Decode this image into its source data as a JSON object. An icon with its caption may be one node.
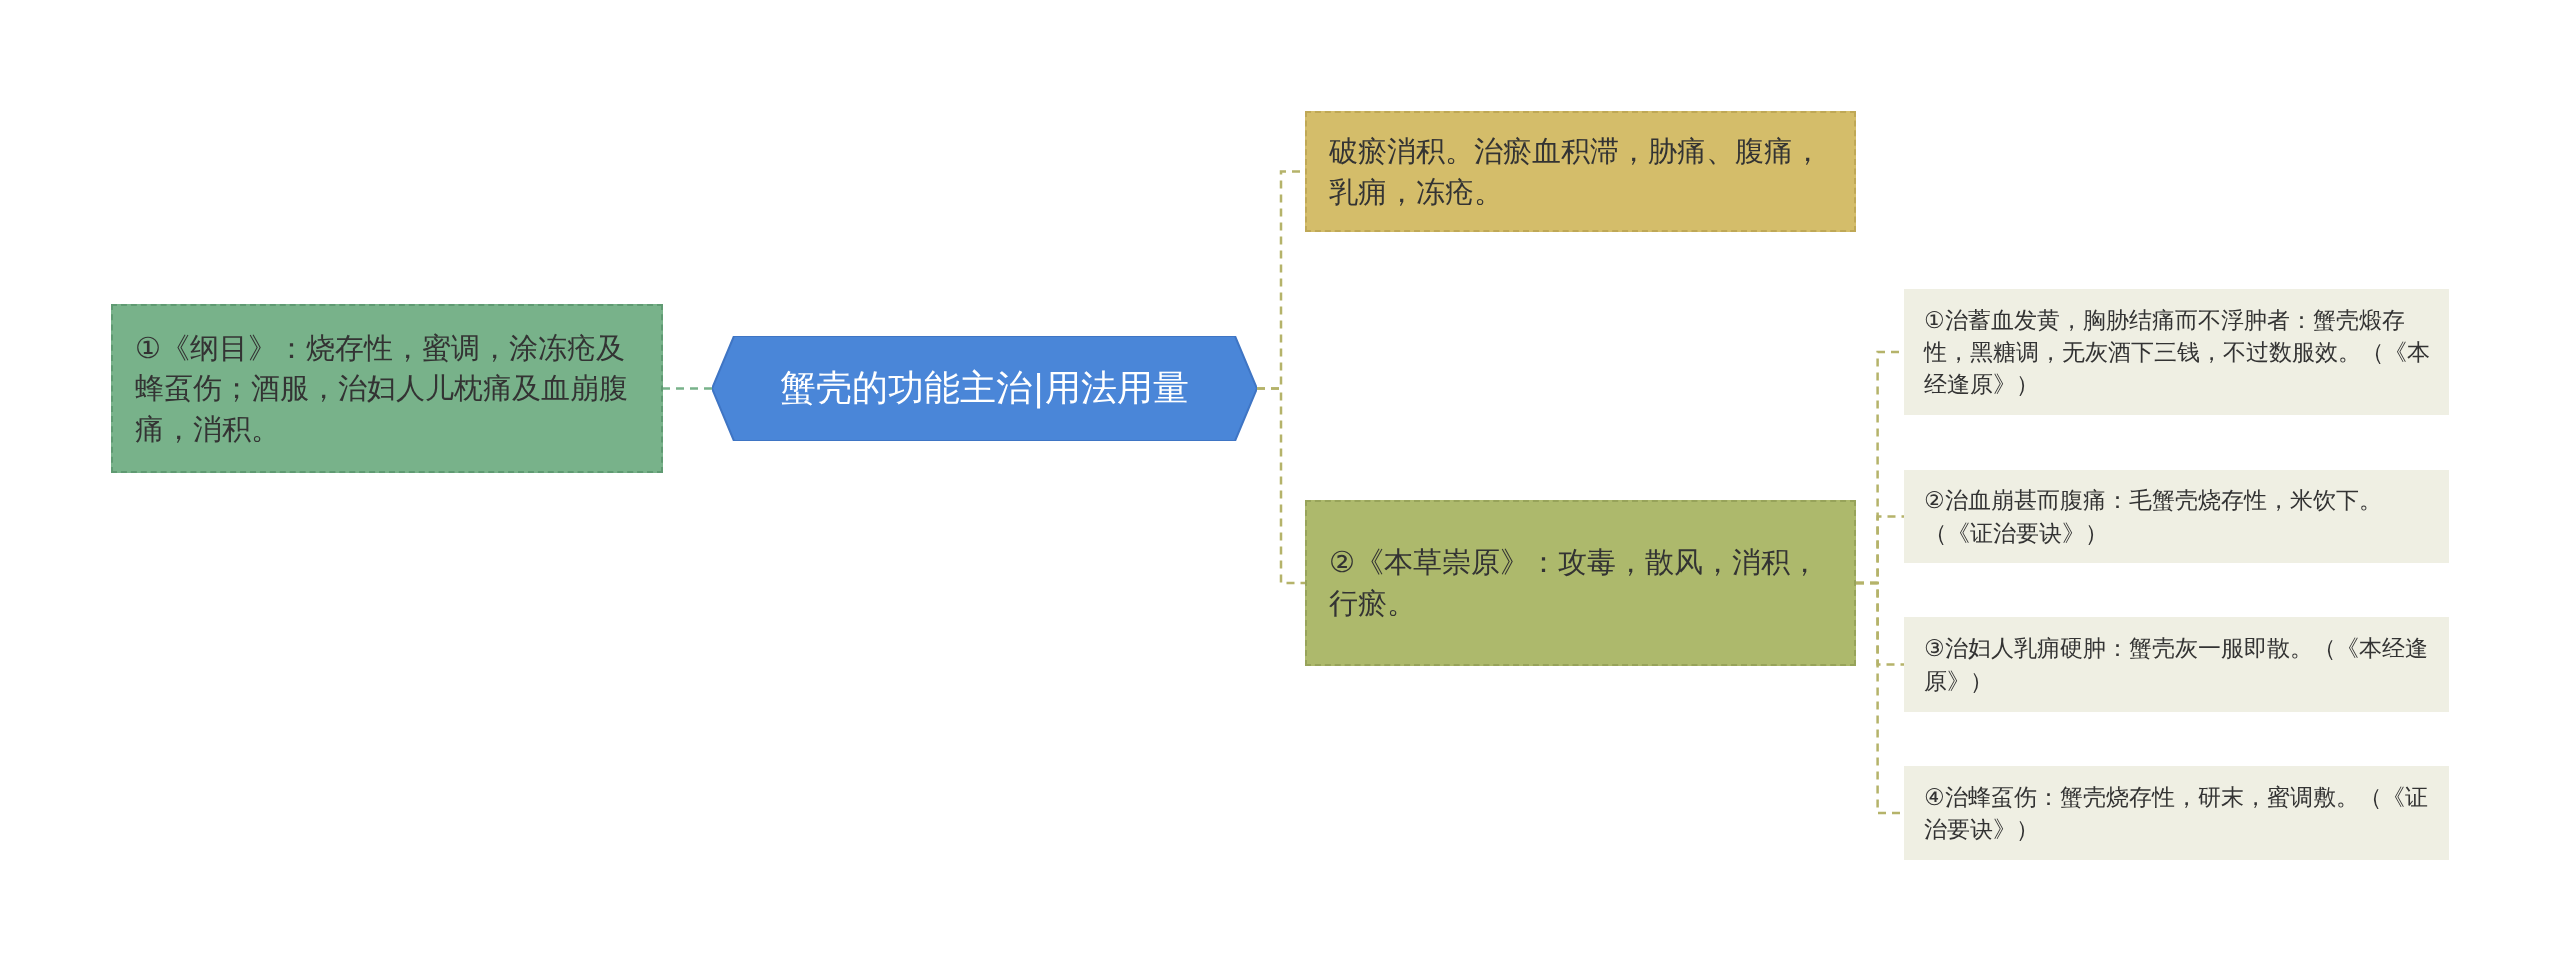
{
  "diagram": {
    "nodes": [
      {
        "text": [
          "蟹壳的功能主治|用法用量"
        ]
      },
      {
        "text": [
          "①《纲目》：烧存性，蜜调，涂冻疮及蜂虿伤；酒服，治妇人儿枕痛及血崩腹痛，消积。"
        ]
      },
      {
        "text": [
          "破瘀消积。治瘀血积滞，胁痛、腹痛，乳痈，冻疮。"
        ]
      },
      {
        "text": [
          "②《本草崇原》：攻毒，散风，消积，行瘀。"
        ]
      },
      {
        "text": [
          "①治蓄血发黄，胸胁结痛而不浮肿者：蟹壳煅存性，黑糖调，无灰酒下三钱，不过数服效。（《本经逢原》）"
        ]
      },
      {
        "text": [
          "②治血崩甚而腹痛：毛蟹壳烧存性，米饮下。（《证治要诀》）"
        ]
      },
      {
        "text": [
          "③治妇人乳痈硬肿：蟹壳灰一服即散。（《本经逢原》）"
        ]
      },
      {
        "text": [
          "④治蜂虿伤：蟹壳烧存性，研末，蜜调敷。（《证治要诀》）"
        ]
      }
    ],
    "edges": [
      {
        "from": 0,
        "to": 1,
        "arrow": "none",
        "style": "dashed",
        "color": "#78b28a"
      },
      {
        "from": 0,
        "to": 2,
        "arrow": "none",
        "style": "dashed"
      },
      {
        "from": 0,
        "to": 3,
        "arrow": "none",
        "style": "dashed"
      },
      {
        "from": 3,
        "to": 4,
        "arrow": "none",
        "style": "dashed"
      },
      {
        "from": 3,
        "to": 5,
        "arrow": "none",
        "style": "dashed"
      },
      {
        "from": 3,
        "to": 6,
        "arrow": "none",
        "style": "dashed"
      },
      {
        "from": 3,
        "to": 7,
        "arrow": "none",
        "style": "dashed"
      }
    ]
  }
}
